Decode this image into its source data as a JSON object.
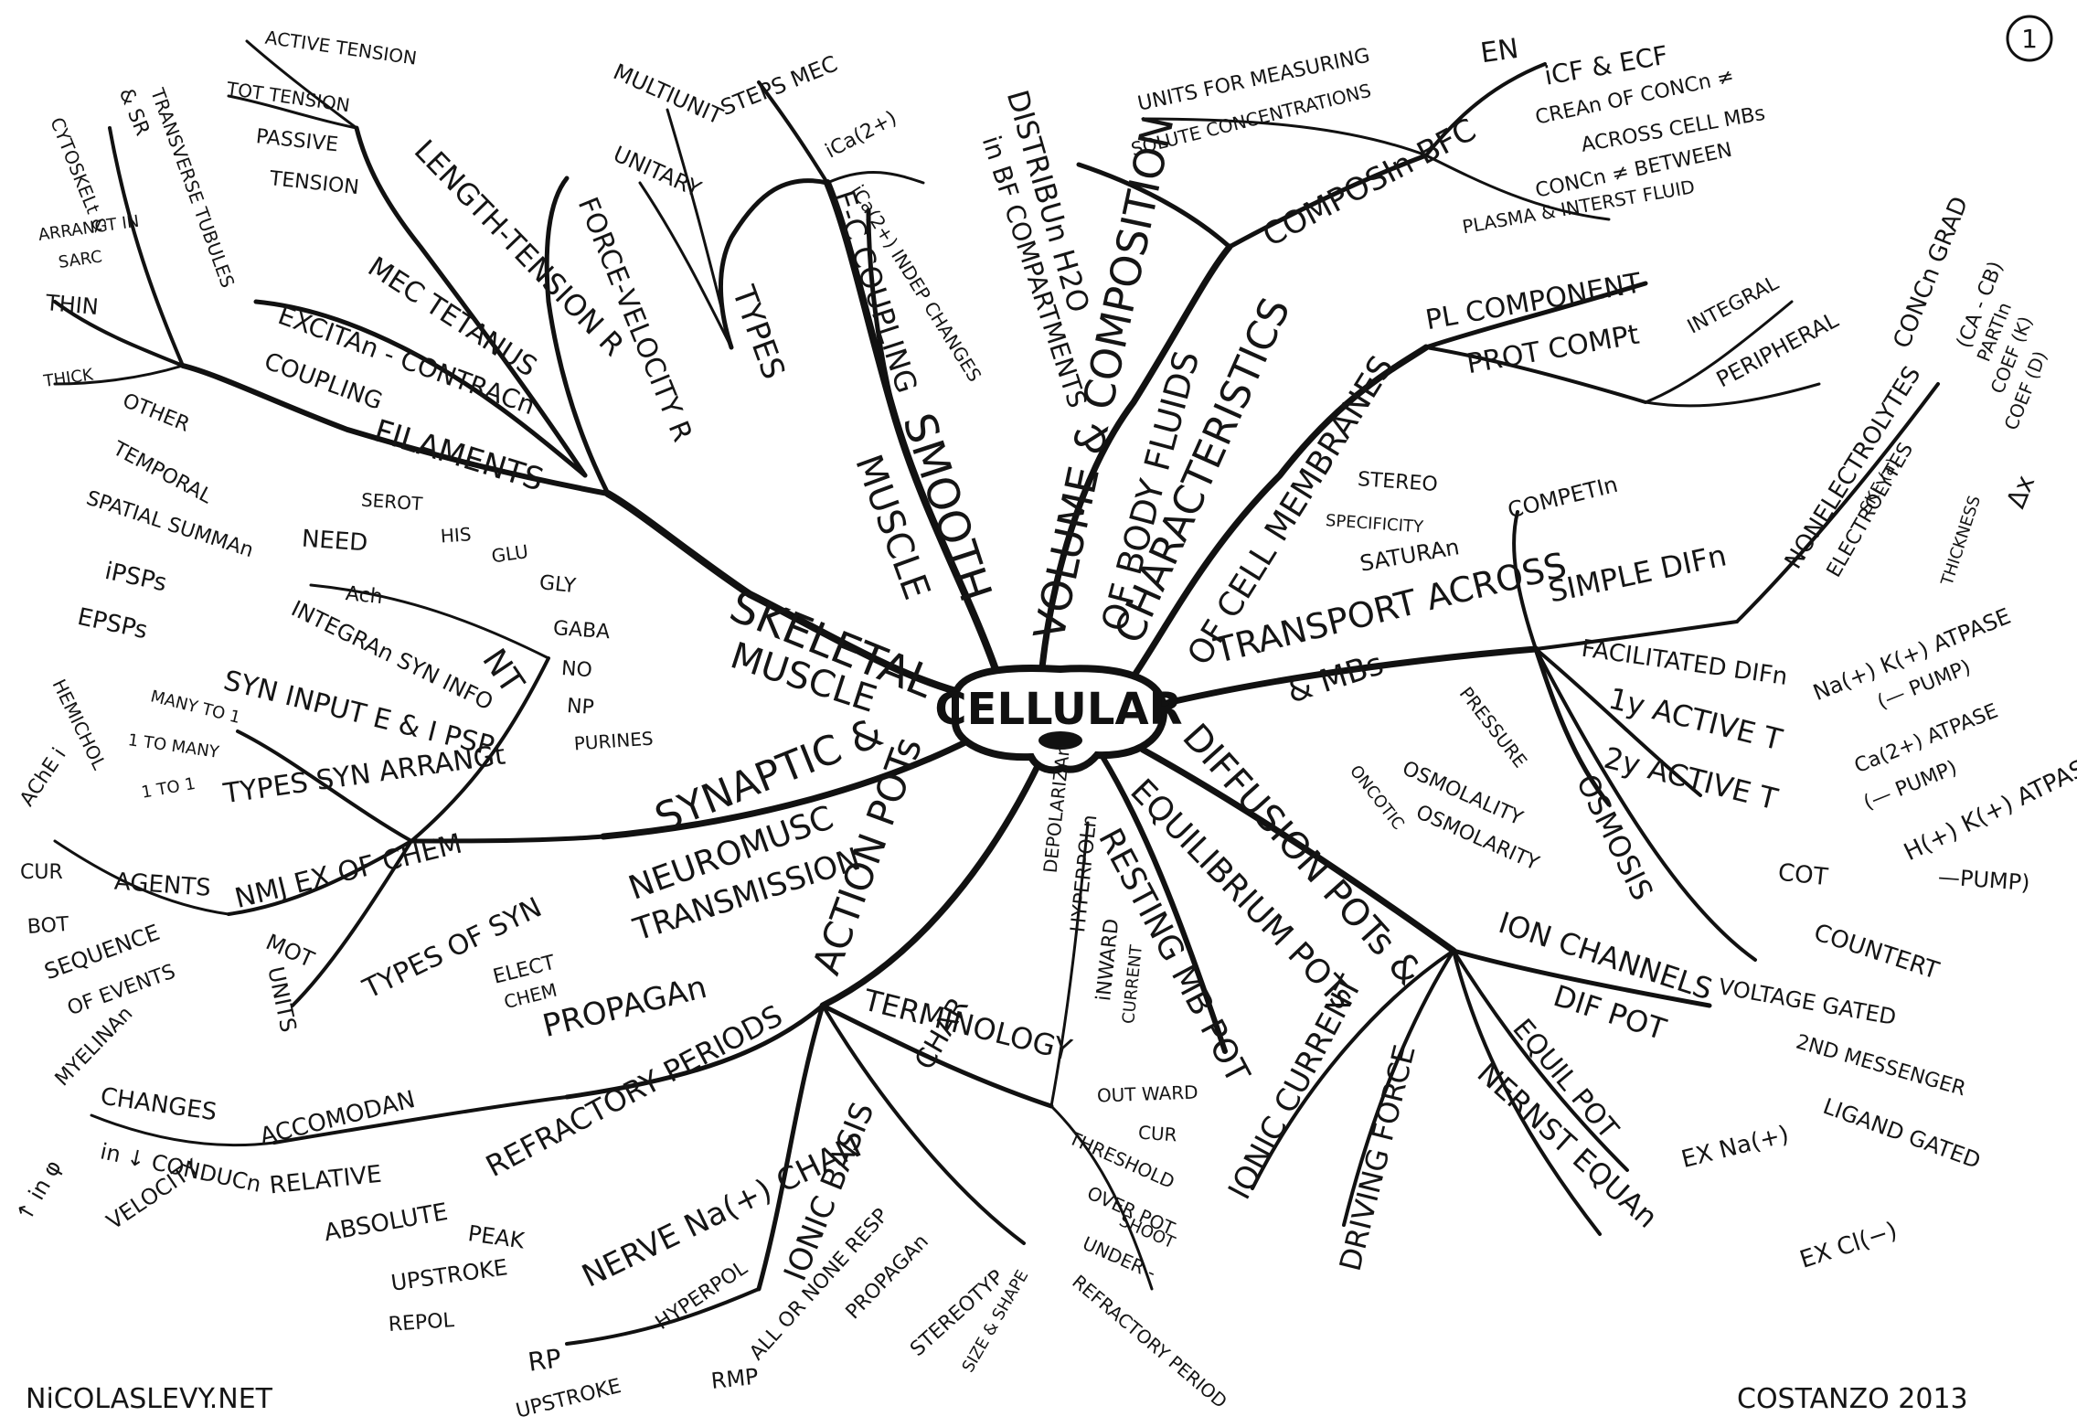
{
  "page_number": "1",
  "center": {
    "label": "CELLULAR"
  },
  "footer": {
    "website": "NiCOLASLEVY.NET",
    "source": "COSTANZO 2013"
  },
  "labels": {
    "sk": "SKELETAL",
    "sk2": "MUSCLE",
    "filaments": "FILAMENTS",
    "thick": "THICK",
    "thin": "THIN",
    "arrang": "ARRANGT IN",
    "sarc": "SARC",
    "cyto": "CYTOSKELt &",
    "sr": "& SR",
    "ttub": "TRANSVERSE TUBULES",
    "exc": "EXCITAn - CONTRACn",
    "coupling": "COUPLING",
    "mec": "MEC TETANUS",
    "lt": "LENGTH-TENSION R",
    "acttens": "ACTIVE TENSION",
    "tottens": "TOT TENSION",
    "passive": "PASSIVE",
    "tension": "TENSION",
    "fv": "FORCE-VELOCITY R",
    "smooth": "SMOOTH",
    "smooth2": "MUSCLE",
    "types": "TYPES",
    "multi": "MULTIUNIT",
    "unit": "UNITARY",
    "ec": "E-C COUPLING",
    "steps": "STEPS MEC",
    "ica": "iCa(2+)",
    "ica2": "iCa(2+) INDEP CHANGES",
    "vol": "VOLUME & COMPOSITION",
    "vol2": "OF BODY FLUIDS",
    "distrib": "DISTRIBUn H2O",
    "distrib2": "in BF COMPARTMENTS",
    "compos": "COMPOSIn BFC",
    "units1": "UNITS FOR MEASURING",
    "units2": "SOLUTE CONCENTRATIONS",
    "en": "EN",
    "icfecf": "iCF & ECF",
    "crea": "CREAn OF CONCn ≠",
    "across": "ACROSS CELL MBs",
    "concn": "CONCn ≠ BETWEEN",
    "plasma": "PLASMA & INTERST FLUID",
    "char": "CHARACTERISTICS",
    "char2": "OF CELL MEMBRANES",
    "pl": "PL COMPONENT",
    "prot": "PROT COMPt",
    "integral": "INTEGRAL",
    "periph": "PERIPHERAL",
    "transport": "TRANSPORT ACROSS",
    "mbs": "& MBs",
    "simple": "SIMPLE DIFn",
    "nonelec": "NONELECTROLYTES",
    "concgrad": "CONCn GRAD",
    "partin": "PARTIn",
    "coefk": "COEF (K)",
    "coefd": "COEF (D)",
    "dx": "Δx",
    "ca": "(CA - CB)",
    "elec": "ELECTROLYTES",
    "ske": "SKE (a)",
    "thickness": "THICKNESS",
    "facil": "FACILITATED DIFn",
    "stereo": "STEREO",
    "specif": "SPECIFICITY",
    "satur": "SATURAn",
    "competin": "COMPETIn",
    "active1": "1y ACTIVE T",
    "nak": "Na(+) K(+) ATPASE",
    "pump": "(— PUMP)",
    "active2": "2y ACTIVE T",
    "caatp": "Ca(2+) ATPASE",
    "pump2": "(— PUMP)",
    "hk": "H(+) K(+) ATPASE",
    "pump3": "—PUMP)",
    "cot": "COT",
    "count": "COUNTERT",
    "osmosis": "OSMOSIS",
    "osmolality": "OSMOLALITY",
    "osmolarity": "OSMOLARITY",
    "pressure": "PRESSURE",
    "oncotic": "ONCOTIC",
    "diff": "DIFFUSION POTs &",
    "ionch": "ION CHANNELS",
    "volt": "VOLTAGE GATED",
    "second": "2ND MESSENGER",
    "ligand": "LIGAND GATED",
    "difpot": "DIF POT",
    "equil": "EQUIL POT",
    "nernst": "NERNST EQUAn",
    "exna": "EX Na(+)",
    "excl": "EX Cl(−)",
    "driving": "DRIVING FORCE",
    "ionic": "IONIC CURRENT",
    "eqpot": "EQUILIBRIUM POTs",
    "resting": "RESTING MB POT",
    "terminology": "TERMINOLOGY",
    "depol": "DEPOLARIZAn",
    "hyper": "HYPERPOLn",
    "inward": "iNWARD",
    "current": "CURRENT",
    "outward": "OUT WARD",
    "cur": "CUR",
    "thresh": "THRESHOLD",
    "over": "OVER POT",
    "shoot": "SHOOT",
    "under": "UNDER -",
    "refrac": "REFRACTORY PERIOD",
    "ap": "ACTION POTs",
    "char3": "CHAR",
    "allnone": "ALL OR NONE RESP",
    "propagan": "PROPAGAn",
    "stereotyp": "STEREOTYP",
    "size": "SIZE & SHAPE",
    "ionicb": "IONIC BASIS",
    "nerve": "NERVE Na(+) CHAN",
    "peak": "PEAK",
    "upstroke": "UPSTROKE",
    "repol": "REPOL",
    "rp": "RP",
    "upstroke2": "UPSTROKE",
    "hyperpol": "HYPERPOL",
    "rmp": "RMP",
    "propag": "PROPAGAn",
    "refper": "REFRACTORY PERIODS",
    "accom": "ACCOMODAN",
    "relative": "RELATIVE",
    "absolute": "ABSOLUTE",
    "changes": "CHANGES",
    "inconduc": "in ↓ CONDUCn",
    "velocity": "VELOCITY",
    "myelinan": "MYELINAn",
    "phi": "↑ in φ",
    "syn": "SYNAPTIC &",
    "neuro": "NEUROMUSC",
    "trans": "TRANSMISSION",
    "nmj": "NMJ EX OF CHEM",
    "agents": "AGENTS",
    "ache": "AChE i",
    "hemichol": "HEMICHOL",
    "cur2": "CUR",
    "bot": "BOT",
    "seq": "SEQUENCE",
    "ofev": "OF EVENTS",
    "mot": "MOT",
    "units3": "UNITS",
    "types2": "TYPES OF SYN",
    "elect": "ELECT",
    "chem": "CHEM",
    "typesarr": "TYPES SYN ARRANGt",
    "many": "MANY TO 1",
    "onetomany": "1 TO MANY",
    "onetoone": "1 TO 1",
    "syninput": "SYN INPUT E & I PSP",
    "epsps": "EPSPs",
    "ipsps": "iPSPs",
    "integ": "INTEGRAn SYN INFO",
    "spatial": "SPATIAL SUMMAn",
    "temporal": "TEMPORAL",
    "other": "OTHER",
    "nt": "NT",
    "need": "NEED",
    "ach": "Ach",
    "serot": "SEROT",
    "his": "HIS",
    "glu": "GLU",
    "gly": "GLY",
    "gaba": "GABA",
    "no": "NO",
    "np": "NP",
    "purines": "PURINES"
  }
}
